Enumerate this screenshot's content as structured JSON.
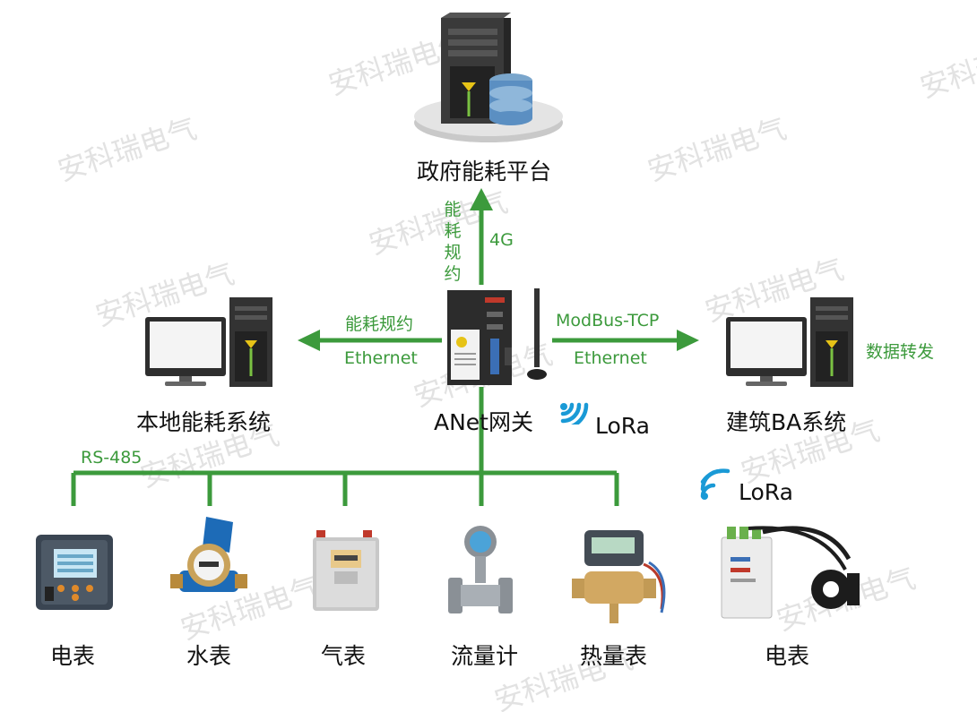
{
  "watermark": "安科瑞电气",
  "colors": {
    "link": "#3c9a3c",
    "lora": "#1a9ad6",
    "text": "#111111"
  },
  "nodes": {
    "platform": "政府能耗平台",
    "local": "本地能耗系统",
    "gateway": "ANet网关",
    "ba": "建筑BA系统"
  },
  "links": {
    "up_protocol": "能耗规约",
    "up_medium": "4G",
    "left_protocol": "能耗规约",
    "left_medium": "Ethernet",
    "right_protocol": "ModBus-TCP",
    "right_medium": "Ethernet",
    "ba_note": "数据转发",
    "bus": "RS-485"
  },
  "lora": {
    "gateway": "LoRa",
    "meter": "LoRa"
  },
  "devices": [
    "电表",
    "水表",
    "气表",
    "流量计",
    "热量表"
  ],
  "wireless_device": "电表"
}
